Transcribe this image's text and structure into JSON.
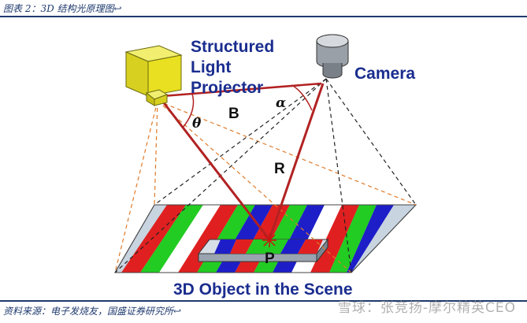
{
  "caption": "图表 2：3D 结构光原理图↩",
  "source": "资料来源：电子发烧友，国盛证券研究所↩",
  "watermark": "雪球：张竞扬-摩尔精英CEO",
  "diagram": {
    "projector_label": [
      "Structured",
      "Light",
      "Projector"
    ],
    "camera_label": "Camera",
    "baseline_label": "B",
    "theta_label": "θ",
    "alpha_label": "α",
    "range_label": "R",
    "point_label": "P",
    "scene_label": "3D Object in the Scene"
  },
  "colors": {
    "frame": "#1f3a6e",
    "label_blue": "#1a2d8f",
    "ray_red": "#b22222",
    "stripe_red": "#e02020",
    "stripe_green": "#22cc22",
    "stripe_blue": "#1e1ec8",
    "stripe_white": "#ffffff",
    "stripe_grey": "#c8d4e0",
    "projector_yellow": "#e8e020",
    "camera_grey": "#8a9098"
  }
}
